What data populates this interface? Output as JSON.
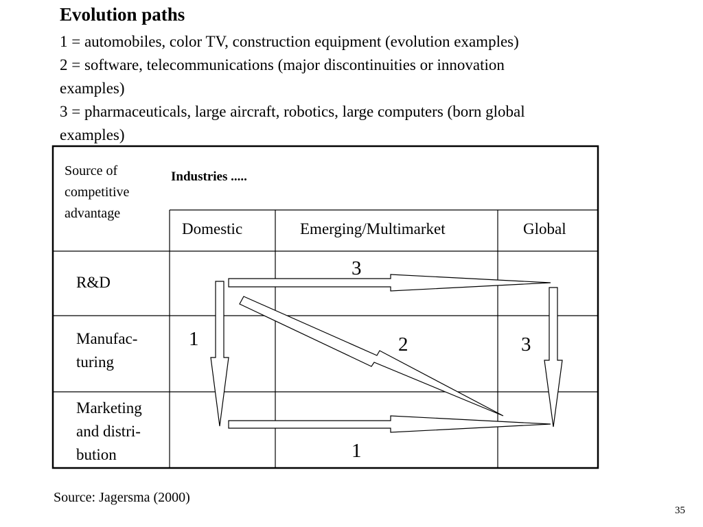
{
  "slide": {
    "title": "Evolution paths",
    "lines": [
      "1 = automobiles, color TV, construction equipment (evolution examples)",
      "2 = software, telecommunications (major discontinuities or innovation",
      "examples)",
      "3 = pharmaceuticals, large aircraft, robotics, large computers (born global",
      "examples)"
    ],
    "source": "Source: Jagersma (2000)",
    "page_number": "35"
  },
  "table": {
    "corner_lines": [
      "Source of",
      "competitive",
      "advantage"
    ],
    "industries_label": "Industries .....",
    "columns": [
      "Domestic",
      "Emerging/Multimarket",
      "Global"
    ],
    "rows": [
      {
        "lines": [
          "R&D"
        ]
      },
      {
        "lines": [
          "Manufac-",
          "turing"
        ]
      },
      {
        "lines": [
          "Marketing",
          "and distri-",
          "bution"
        ]
      }
    ]
  },
  "paths": {
    "label_top": "3",
    "label_left": "1",
    "label_diagonal": "2",
    "label_right": "3",
    "label_bottom": "1"
  }
}
